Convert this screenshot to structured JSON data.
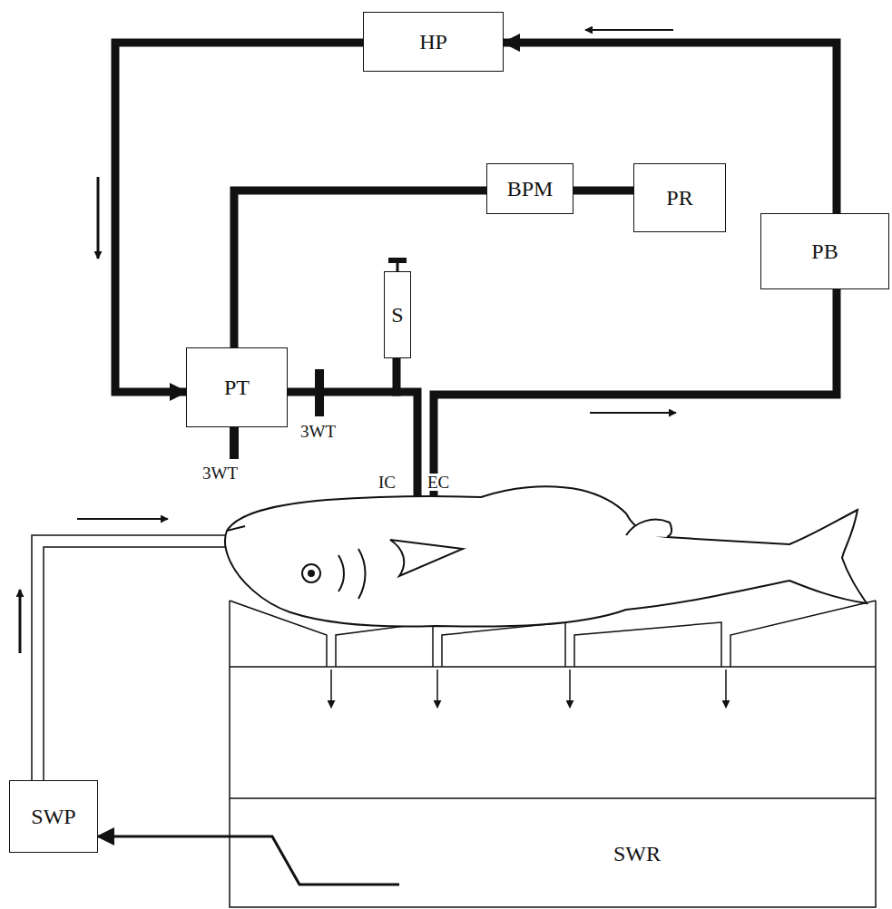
{
  "diagram": {
    "nodes": [
      {
        "text": [
          "HP"
        ]
      },
      {
        "text": [
          "BPM"
        ]
      },
      {
        "text": [
          "PR"
        ]
      },
      {
        "text": [
          "PB"
        ]
      },
      {
        "text": [
          "S"
        ]
      },
      {
        "text": [
          "PT"
        ]
      },
      {
        "text": [
          "SWP"
        ]
      },
      {
        "text": [
          "SWR"
        ]
      }
    ],
    "edges": [
      {
        "from": 3,
        "to": 0,
        "arrow": "to"
      },
      {
        "from": 0,
        "to": 5,
        "arrow": "to"
      },
      {
        "from": 5,
        "to": 1,
        "arrow": "none"
      },
      {
        "from": 1,
        "to": 2,
        "arrow": "none"
      },
      {
        "from": 5,
        "to": 4,
        "arrow": "none"
      },
      {
        "from": 7,
        "to": 6,
        "arrow": "to"
      }
    ],
    "labels": [
      "3WT",
      "3WT",
      "IC",
      "EC"
    ]
  }
}
